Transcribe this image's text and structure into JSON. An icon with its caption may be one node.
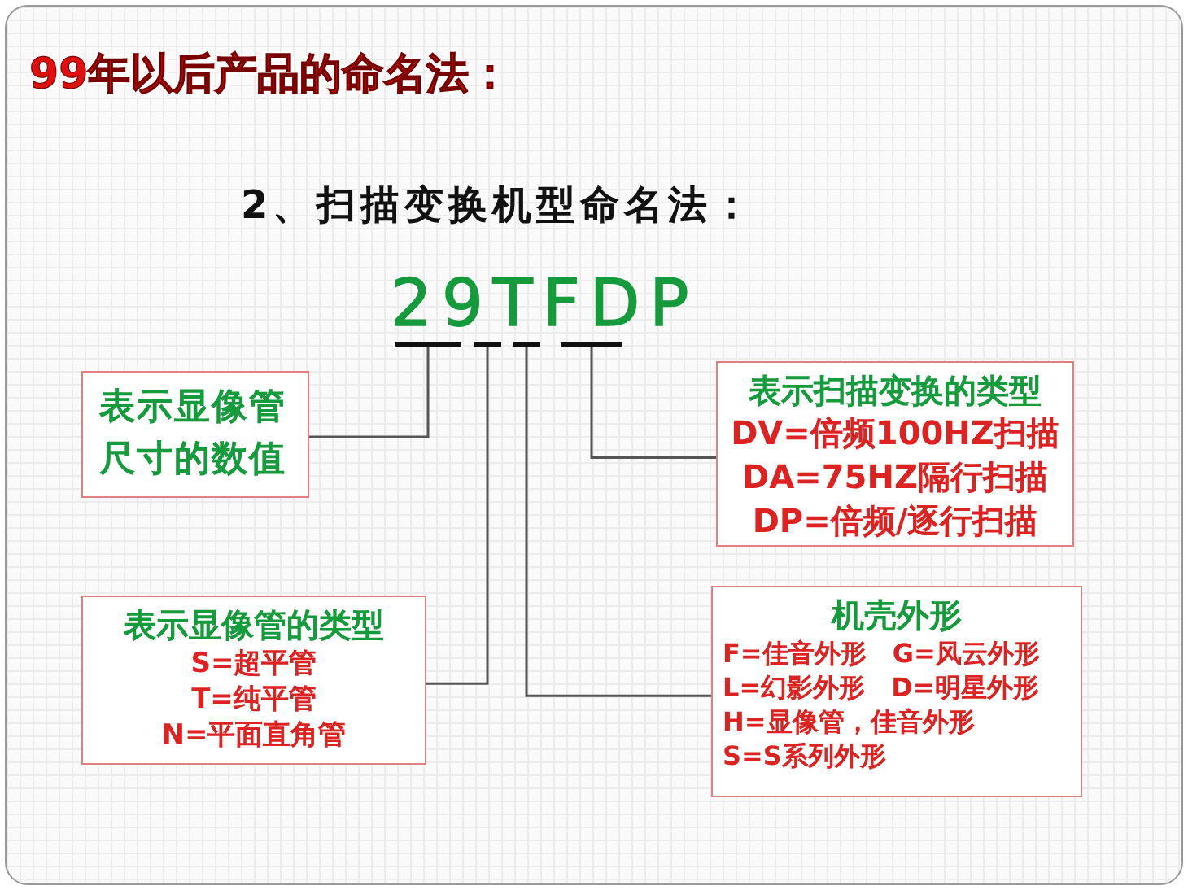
{
  "diagram": {
    "title": "99年以后产品的命名法：",
    "nodes": [
      {
        "text": [
          "29TFDP"
        ]
      },
      {
        "text": [],
        "shape": "bar"
      },
      {
        "text": [],
        "shape": "bar"
      },
      {
        "text": [],
        "shape": "bar"
      },
      {
        "text": [],
        "shape": "bar"
      },
      {
        "text": [
          "表示显像管尺寸的数值"
        ]
      },
      {
        "text": [
          "表示扫描变换的类型",
          "DV=倍频100HZ扫描",
          "DA=75HZ隔行扫描",
          "DP=倍频/逐行扫描"
        ]
      },
      {
        "text": [
          "表示显像管的类型",
          "S=超平管",
          "T=纯平管",
          "N=平面直角管"
        ]
      },
      {
        "text": [
          "机壳外形",
          "F=佳音外形",
          "G=风云外形",
          "L=幻影外形",
          "D=明星外形",
          "H=显像管，佳音外形",
          "S=S系列外形"
        ]
      }
    ],
    "edges": [
      {
        "from": 1,
        "to": 5,
        "arrow": "none"
      },
      {
        "from": 4,
        "to": 6,
        "arrow": "none"
      },
      {
        "from": 2,
        "to": 7,
        "arrow": "none"
      },
      {
        "from": 3,
        "to": 8,
        "arrow": "none"
      }
    ],
    "labels": [
      "2、扫描变换机型命名法："
    ]
  }
}
